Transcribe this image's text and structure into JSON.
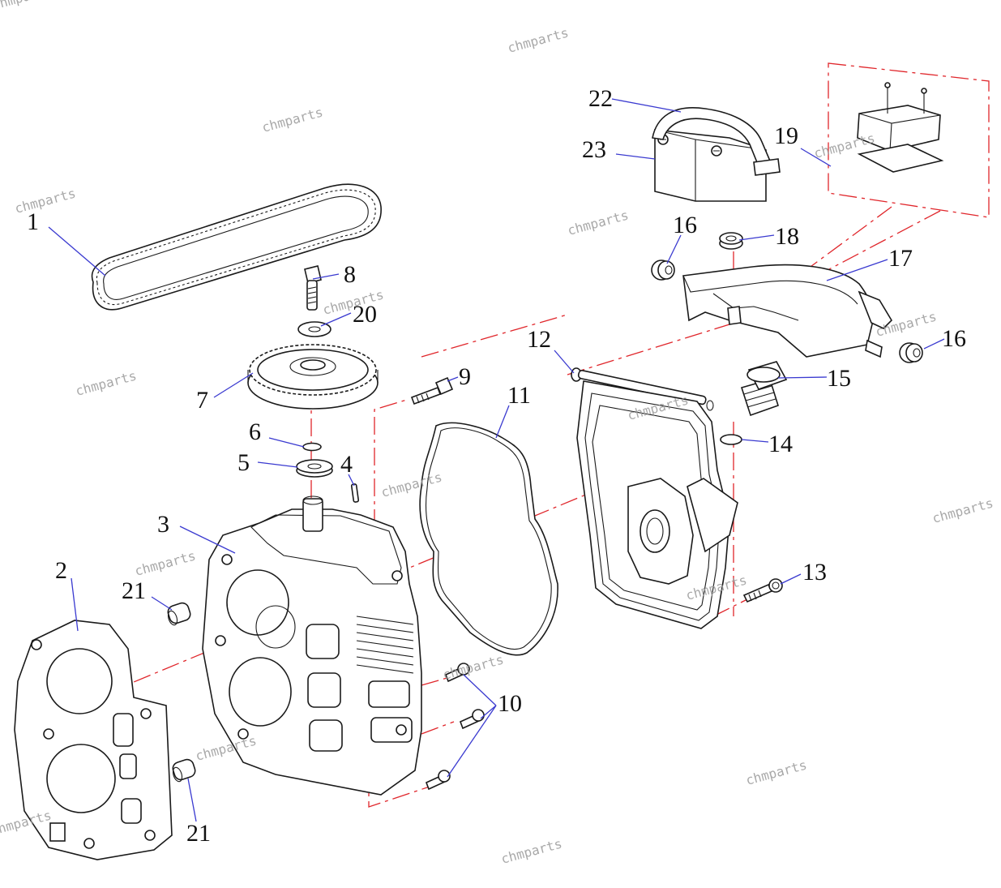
{
  "watermark": "chmparts",
  "colors": {
    "leader": "#3a3ad0",
    "axis": "#e0262b",
    "line": "#1a1a1a",
    "callout_text": "#111111",
    "watermark": "#9a9a9a"
  },
  "callouts": {
    "c1": "1",
    "c2": "2",
    "c3": "3",
    "c4": "4",
    "c5": "5",
    "c6": "6",
    "c7": "7",
    "c8": "8",
    "c9": "9",
    "c10": "10",
    "c11": "11",
    "c12": "12",
    "c13": "13",
    "c14": "14",
    "c15": "15",
    "c16a": "16",
    "c16b": "16",
    "c17": "17",
    "c18": "18",
    "c19": "19",
    "c20": "20",
    "c21a": "21",
    "c21b": "21",
    "c22": "22",
    "c23": "23"
  }
}
